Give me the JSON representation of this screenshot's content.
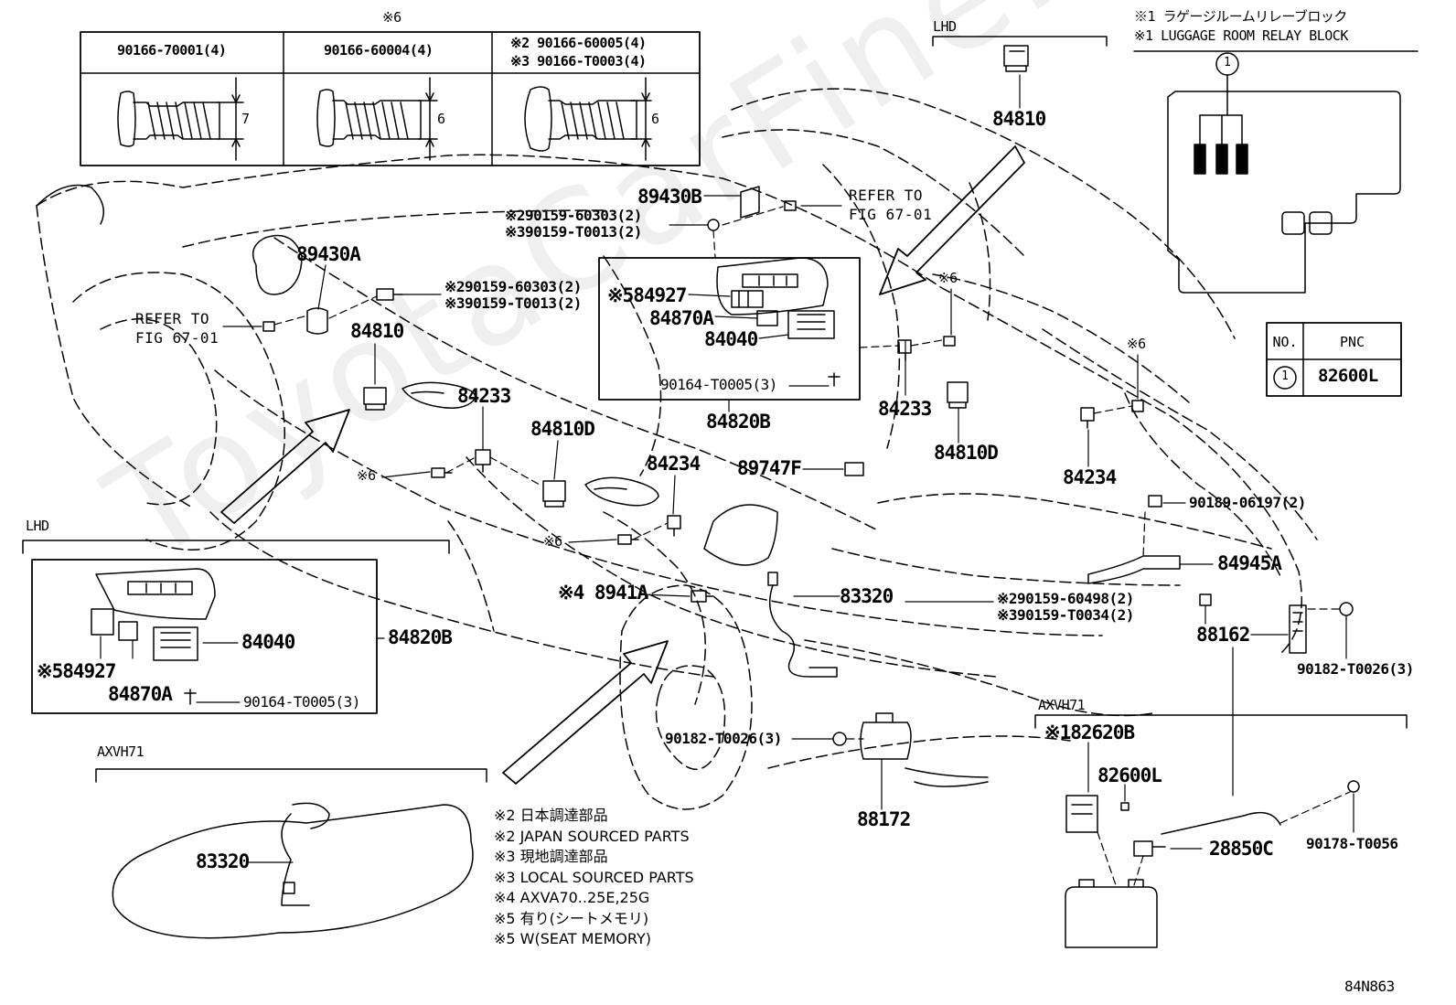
{
  "watermark": "ToyotaCarFine.ru",
  "screw_table": {
    "note_mark": "※6",
    "headers": [
      "90166-70001(4)",
      "90166-60004(4)",
      "※2 90166-60005(4)",
      "※3 90166-T0003(4)"
    ],
    "dims": [
      "7",
      "6",
      "6"
    ]
  },
  "relay_block": {
    "title_jp": "※1 ラゲージルームリレーブロック",
    "title_en": "※1 LUGGAGE ROOM RELAY BLOCK",
    "callout": "1"
  },
  "pnc_table": {
    "headers": [
      "NO.",
      "PNC"
    ],
    "row": {
      "no": "1",
      "pnc": "82600L"
    }
  },
  "section_labels": {
    "lhd_top": "LHD",
    "lhd_left": "LHD",
    "axvh71_left": "AXVH71",
    "axvh71_right": "AXVH71"
  },
  "parts": {
    "p84810_top": "84810",
    "p89430B": "89430B",
    "refer_top_1": "REFER TO",
    "refer_top_2": "FIG 67-01",
    "bolt_a_1": "※290159-60303(2)",
    "bolt_a_2": "※390159-T0013(2)",
    "p89430A": "89430A",
    "bolt_b_1": "※290159-60303(2)",
    "bolt_b_2": "※390159-T0013(2)",
    "refer_left_1": "REFER TO",
    "refer_left_2": "FIG 67-01",
    "p84810_left": "84810",
    "p84927_top": "※584927",
    "p84870A_top": "84870A",
    "p84040_top": "84040",
    "p90164_top": "90164-T0005(3)",
    "p84820B_top": "84820B",
    "p84233_left": "84233",
    "mark6_a": "※6",
    "p84810D_mid": "84810D",
    "p84234_mid": "84234",
    "p89747F": "89747F",
    "mark6_b": "※6",
    "p8941A": "※4 8941A",
    "p83320_mid": "83320",
    "mark6_c": "※6",
    "p84233_right": "84233",
    "p84810D_right": "84810D",
    "mark6_d": "※6",
    "p84234_right": "84234",
    "p90189": "90189-06197(2)",
    "p84945A": "84945A",
    "bolt_c_1": "※290159-60498(2)",
    "bolt_c_2": "※390159-T0034(2)",
    "p88162": "88162",
    "p90182_right": "90182-T0026(3)",
    "p84040_box": "84040",
    "p84820B_box": "84820B",
    "p84927_box": "※584927",
    "p84870A_box": "84870A",
    "p90164_box": "90164-T0005(3)",
    "p90182_mid": "90182-T0026(3)",
    "p88172": "88172",
    "p83320_tank": "83320",
    "p82620B": "※182620B",
    "p82600L": "82600L",
    "p28850C": "28850C",
    "p90178": "90178-T0056",
    "code": "84N863"
  },
  "notes": [
    "※2 日本調達部品",
    "※2 JAPAN SOURCED PARTS",
    "※3 現地調達部品",
    "※3 LOCAL SOURCED PARTS",
    "※4 AXVA70..25E,25G",
    "※5 有り(シートメモリ)",
    "※5 W(SEAT MEMORY)"
  ]
}
